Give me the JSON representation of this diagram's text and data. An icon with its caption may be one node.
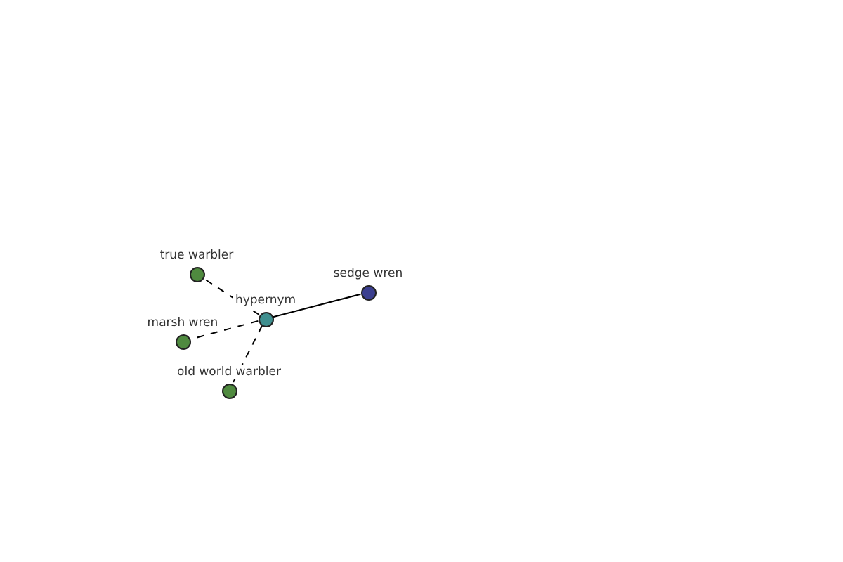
{
  "diagram": {
    "nodes": [
      {
        "text": [
          "true warbler"
        ]
      },
      {
        "text": [
          "hypernym"
        ]
      },
      {
        "text": [
          "sedge wren"
        ]
      },
      {
        "text": [
          "marsh wren"
        ]
      },
      {
        "text": [
          "old world warbler"
        ]
      }
    ],
    "edges": [
      {
        "from": 1,
        "to": 0,
        "arrow": "none",
        "style": "dashed"
      },
      {
        "from": 1,
        "to": 2,
        "arrow": "none"
      },
      {
        "from": 1,
        "to": 3,
        "arrow": "none",
        "style": "dashed"
      },
      {
        "from": 1,
        "to": 4,
        "arrow": "none",
        "style": "dashed"
      }
    ]
  }
}
